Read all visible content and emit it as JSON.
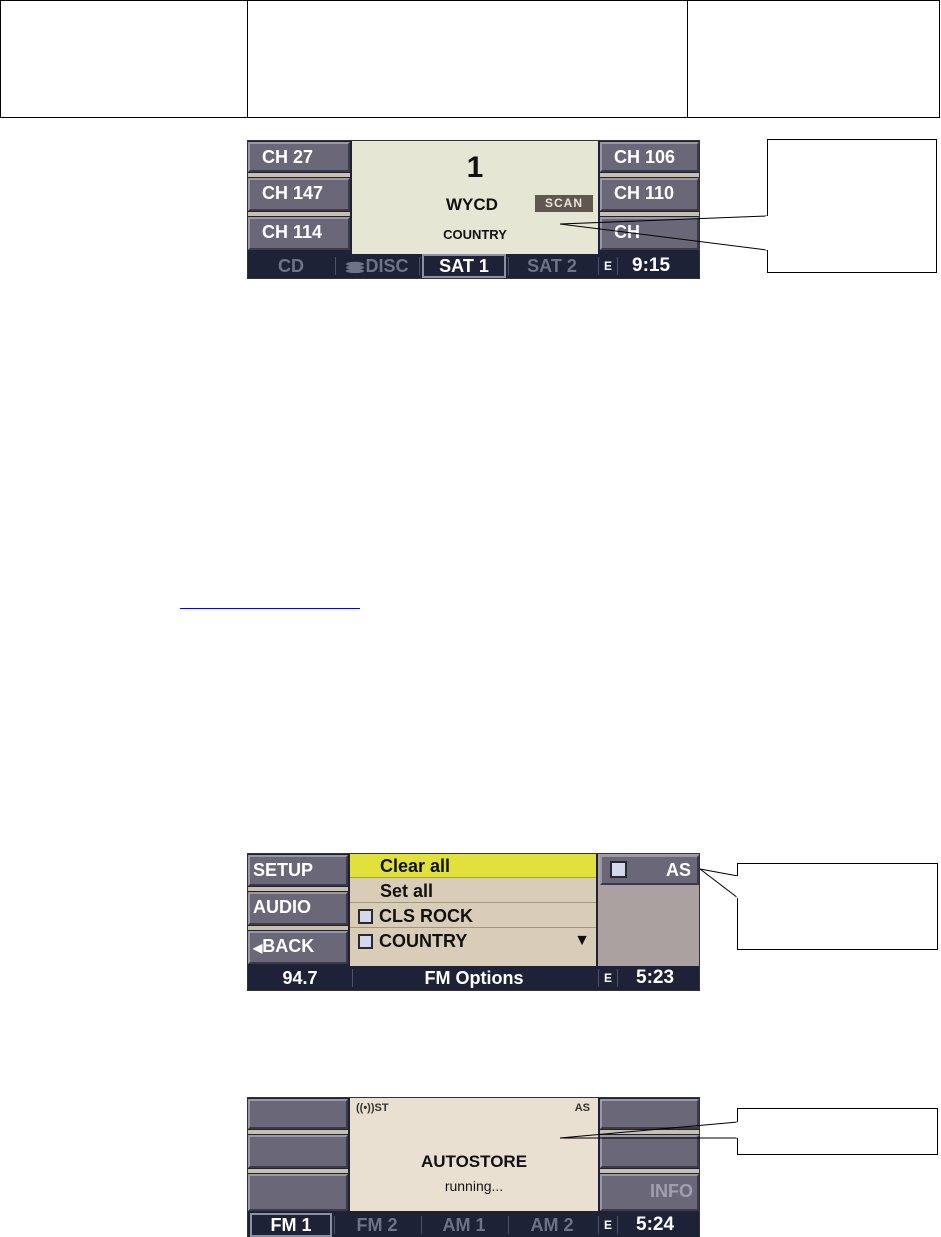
{
  "panel1": {
    "left_buttons": [
      "CH 27",
      "CH 147",
      "CH 114"
    ],
    "right_buttons": [
      "CH 106",
      "CH 110",
      "CH"
    ],
    "preset_number": "1",
    "station": "WYCD",
    "scan_badge": "SCAN",
    "genre": "COUNTRY",
    "tabs": [
      "CD",
      "DISC",
      "SAT 1",
      "SAT 2"
    ],
    "active_tab": "SAT 1",
    "e_label": "E",
    "time": "9:15"
  },
  "panel2": {
    "left_buttons": [
      "SETUP",
      "AUDIO",
      "BACK"
    ],
    "menu_items": [
      "Clear all",
      "Set all",
      "CLS ROCK",
      "COUNTRY"
    ],
    "selected_item": "Clear all",
    "as_toggle_label": "AS",
    "bar_frequency": "94.7",
    "bar_title": "FM Options",
    "e_label": "E",
    "time": "5:23"
  },
  "panel3": {
    "stereo_indicator": "ST",
    "as_indicator": "AS",
    "title": "AUTOSTORE",
    "status": "running...",
    "right_bottom_button": "INFO",
    "tabs": [
      "FM 1",
      "FM 2",
      "AM 1",
      "AM 2"
    ],
    "active_tab": "FM 1",
    "e_label": "E",
    "time": "5:24"
  },
  "colors": {
    "panel_dark": "#1e2236",
    "button_gray": "#6a6878",
    "screen_cream": "#e6e6d4",
    "highlight_yellow": "#e2e03a",
    "hyperlink_blue": "#0000ff"
  }
}
